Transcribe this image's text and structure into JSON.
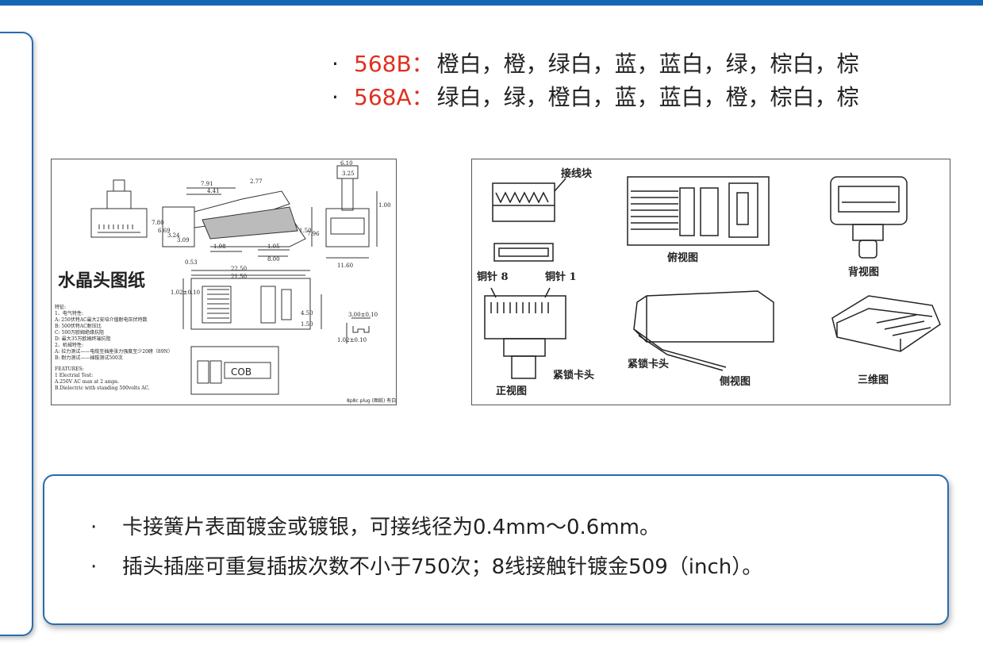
{
  "color_codes": [
    {
      "name": "568B",
      "sep": "：",
      "sequence": "橙白，橙，绿白，蓝，蓝白，绿，棕白，棕"
    },
    {
      "name": "568A",
      "sep": "：",
      "sequence": "绿白，绿，橙白，蓝，蓝白，橙，棕白，棕"
    }
  ],
  "bullet": "·",
  "drawing": {
    "title": "水晶头图纸",
    "dims": [
      "7.91",
      "4.41",
      "2.77",
      "6.10",
      "3.25",
      "7.80",
      "6.69",
      "3.24",
      "3.09",
      "1.98",
      "1.05",
      "8.00",
      "1.50",
      "7.96",
      "1.00",
      "11.60",
      "0.53",
      "22.50",
      "21.50",
      "1.02±0.10",
      "4.50",
      "1.50",
      "3.00±0.10",
      "1.02±0.10"
    ],
    "features_cn": [
      "特征:",
      "1、电气特性:",
      "A: 250伏特AC最大2安培介值耐电压伏特数",
      "B: 500伏特AC耐压比",
      "C: 500万欧姆绝缘抗阻",
      "D: 最大35万欧姆终端抗阻",
      "2、机械特性:",
      "A: 拉力测试——电缆至插座张力强度至少20磅（89N）",
      "B: 耐力测试——插拔测试500次"
    ],
    "features_en": [
      "FEATURES:",
      "1 Electrial Test:",
      "A.250V AC max at 2 amps.",
      "B.Dielectric with standing 500volts AC."
    ],
    "cob_label": "COB",
    "footer": "8p8c plug (图纸) 有白"
  },
  "views": {
    "block_label": "接线块",
    "top_view": "俯视图",
    "back_view": "背视图",
    "pin8": "铜针 8",
    "pin1": "铜针 1",
    "lock1": "紧锁卡头",
    "front_view": "正视图",
    "lock2": "紧锁卡头",
    "side_view": "侧视图",
    "view_3d": "三维图"
  },
  "notes": [
    "卡接簧片表面镀金或镀银，可接线径为0.4mm～0.6mm。",
    "插头插座可重复插拔次数不小于750次；8线接触针镀金509（inch）。"
  ],
  "colors": {
    "accent_blue": "#1565b5",
    "code_red": "#e0301e"
  }
}
